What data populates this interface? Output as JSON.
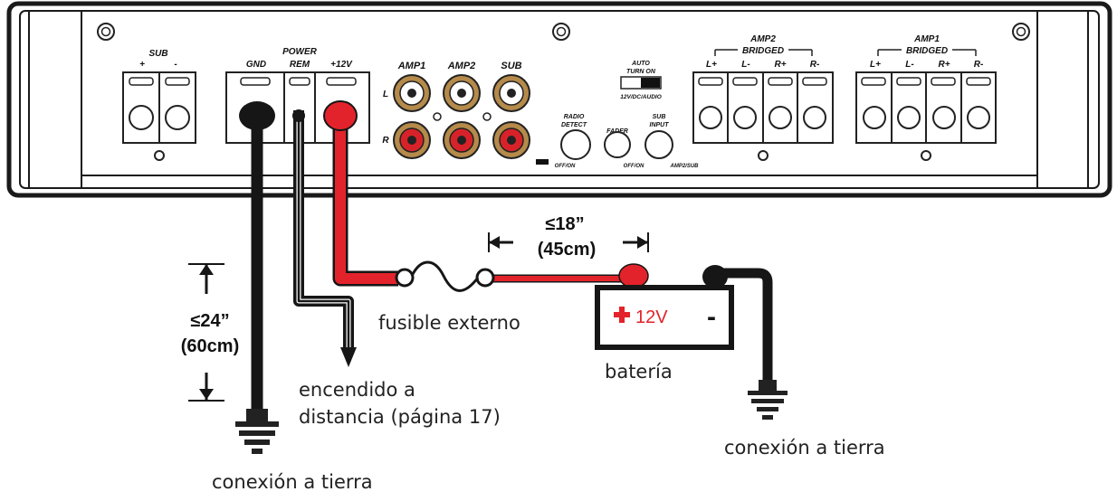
{
  "amp": {
    "sub": {
      "title": "SUB",
      "plus": "+",
      "minus": "-"
    },
    "power": {
      "gnd": "GND",
      "power_rem_1": "POWER",
      "power_rem_2": "REM",
      "plus12v": "+12V"
    },
    "rca": {
      "amp1": "AMP1",
      "amp2": "AMP2",
      "sub": "SUB",
      "left": "L",
      "right": "R"
    },
    "switch": {
      "auto": "AUTO",
      "turn_on": "TURN ON",
      "bottom": "12V/DC/AUDIO"
    },
    "knobs": {
      "radio_1": "RADIO",
      "radio_2": "DETECT",
      "fader": "FADER",
      "subin_1": "SUB",
      "subin_2": "INPUT",
      "off_on_1": "OFF/ON",
      "off_on_2": "OFF/ON",
      "amp2sub": "AMP2/SUB"
    },
    "amp2": {
      "title": "AMP2",
      "bridged": "BRIDGED",
      "l_plus": "L+",
      "l_minus": "L-",
      "r_plus": "R+",
      "r_minus": "R-"
    },
    "amp1": {
      "title": "AMP1",
      "bridged": "BRIDGED",
      "l_plus": "L+",
      "l_minus": "L-",
      "r_plus": "R+",
      "r_minus": "R-"
    }
  },
  "labels": {
    "dist24_a": "≤24”",
    "dist24_b": "(60cm)",
    "dist18_a": "≤18”",
    "dist18_b": "(45cm)",
    "fuse": "fusible externo",
    "remote_1": "encendido a",
    "remote_2": "distancia (página 17)",
    "battery": "batería",
    "battery_plus": "12V",
    "battery_minus": "-",
    "ground_left": "conexión a tierra",
    "ground_right": "conexión a tierra"
  },
  "colors": {
    "positive_wire": "#e3232b",
    "ground_wire": "#161616",
    "rca_red": "#d8222a",
    "rca_gold": "#b58a4a"
  }
}
